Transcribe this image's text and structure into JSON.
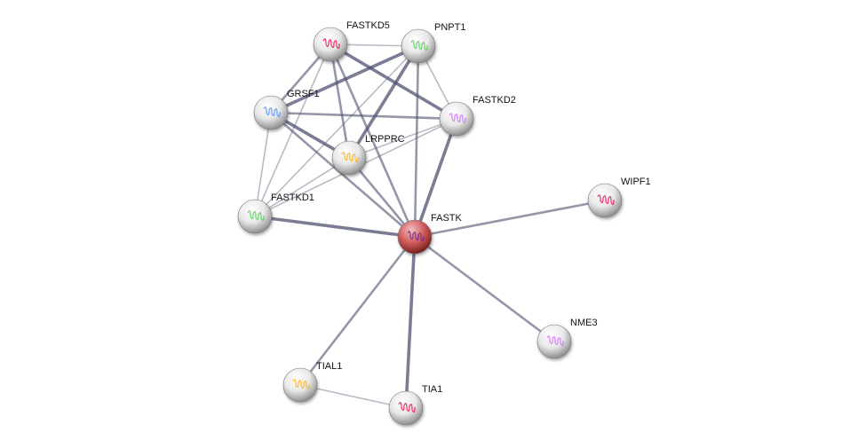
{
  "network": {
    "query_protein": "FASTK",
    "colors": {
      "query_node": "#c24a4a",
      "node": "#e6e6e6",
      "edge": "#4d5270"
    },
    "nodes": [
      {
        "id": "FASTKD5",
        "label": "FASTKD5"
      },
      {
        "id": "PNPT1",
        "label": "PNPT1"
      },
      {
        "id": "GRSF1",
        "label": "GRSF1"
      },
      {
        "id": "FASTKD2",
        "label": "FASTKD2"
      },
      {
        "id": "LRPPRC",
        "label": "LRPPRC"
      },
      {
        "id": "WIPF1",
        "label": "WIPF1"
      },
      {
        "id": "FASTKD1",
        "label": "FASTKD1"
      },
      {
        "id": "FASTK",
        "label": "FASTK"
      },
      {
        "id": "NME3",
        "label": "NME3"
      },
      {
        "id": "TIAL1",
        "label": "TIAL1"
      },
      {
        "id": "TIA1",
        "label": "TIA1"
      }
    ],
    "edges": [
      {
        "source": "FASTKD5",
        "target": "PNPT1",
        "strength": 1
      },
      {
        "source": "FASTKD5",
        "target": "GRSF1",
        "strength": 2
      },
      {
        "source": "FASTKD5",
        "target": "FASTKD2",
        "strength": 3
      },
      {
        "source": "FASTKD5",
        "target": "LRPPRC",
        "strength": 2
      },
      {
        "source": "FASTKD5",
        "target": "FASTK",
        "strength": 2
      },
      {
        "source": "FASTKD5",
        "target": "FASTKD1",
        "strength": 1
      },
      {
        "source": "PNPT1",
        "target": "GRSF1",
        "strength": 3
      },
      {
        "source": "PNPT1",
        "target": "FASTKD2",
        "strength": 1
      },
      {
        "source": "PNPT1",
        "target": "LRPPRC",
        "strength": 3
      },
      {
        "source": "PNPT1",
        "target": "FASTK",
        "strength": 2
      },
      {
        "source": "PNPT1",
        "target": "FASTKD1",
        "strength": 1
      },
      {
        "source": "GRSF1",
        "target": "FASTKD2",
        "strength": 2
      },
      {
        "source": "GRSF1",
        "target": "LRPPRC",
        "strength": 3
      },
      {
        "source": "GRSF1",
        "target": "FASTK",
        "strength": 2
      },
      {
        "source": "GRSF1",
        "target": "FASTKD1",
        "strength": 1
      },
      {
        "source": "FASTKD2",
        "target": "LRPPRC",
        "strength": 1
      },
      {
        "source": "FASTKD2",
        "target": "FASTK",
        "strength": 3
      },
      {
        "source": "FASTKD2",
        "target": "FASTKD1",
        "strength": 1
      },
      {
        "source": "LRPPRC",
        "target": "FASTK",
        "strength": 2
      },
      {
        "source": "LRPPRC",
        "target": "FASTKD1",
        "strength": 1
      },
      {
        "source": "FASTKD1",
        "target": "FASTK",
        "strength": 3
      },
      {
        "source": "FASTK",
        "target": "WIPF1",
        "strength": 2
      },
      {
        "source": "FASTK",
        "target": "NME3",
        "strength": 2
      },
      {
        "source": "FASTK",
        "target": "TIAL1",
        "strength": 2
      },
      {
        "source": "FASTK",
        "target": "TIA1",
        "strength": 3
      },
      {
        "source": "TIAL1",
        "target": "TIA1",
        "strength": 1
      }
    ]
  }
}
